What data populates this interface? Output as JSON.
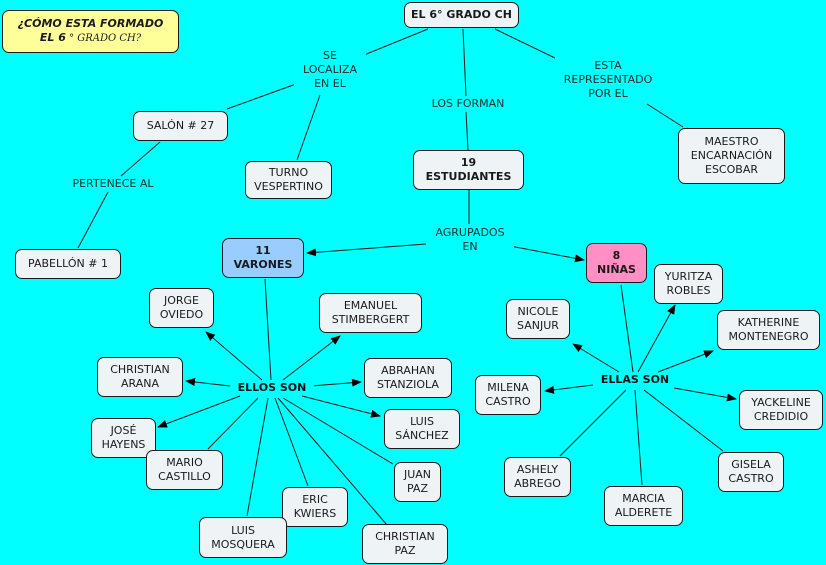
{
  "title_box": {
    "line1": "¿CÓMO ESTA FORMADO",
    "line2_prefix": "EL 6",
    "line2_suffix": " ° GRADO CH?"
  },
  "root": {
    "label": "EL 6° GRADO CH"
  },
  "linking_phrases": {
    "se_localiza": "SE\nLOCALIZA\nEN EL",
    "los_forman": "LOS FORMAN",
    "esta_representado": "ESTA\nREPRESENTADO\nPOR  EL",
    "pertenece_al": "PERTENECE AL",
    "agrupados_en": "AGRUPADOS\nEN",
    "ellos_son": "ELLOS SON",
    "ellas_son": "ELLAS SON"
  },
  "concepts": {
    "salon": "SALÓN # 27",
    "turno": "TURNO\nVESPERTINO",
    "pabellon": "PABELLÓN # 1",
    "estudiantes": "19\nESTUDIANTES",
    "maestro": "MAESTRO\nENCARNACIÓN\nESCOBAR",
    "varones": "11\nVARONES",
    "ninas": "8\nNIÑAS"
  },
  "boys": [
    "JORGE\nOVIEDO",
    "EMANUEL\nSTIMBERGERT",
    "CHRISTIAN\nARANA",
    "ABRAHAN\nSTANZIOLA",
    "JOSÉ\nHAYENS",
    "LUIS\nSÁNCHEZ",
    "MARIO\nCASTILLO",
    "JUAN\nPAZ",
    "ERIC\nKWIERS",
    "LUIS\nMOSQUERA",
    "CHRISTIAN\nPAZ"
  ],
  "girls": [
    "YURITZA\nROBLES",
    "NICOLE\nSANJUR",
    "KATHERINE\nMONTENEGRO",
    "MILENA\nCASTRO",
    "YACKELINE\nCREDIDIO",
    "ASHELY\nABREGO",
    "GISELA\nCASTRO",
    "MARCIA\nALDERETE"
  ],
  "colors": {
    "background": "#00ffff",
    "node_fill": "#eef3f6",
    "title_fill": "#ffff99",
    "varones_fill": "#99ccff",
    "ninas_fill": "#ff8fc4"
  }
}
